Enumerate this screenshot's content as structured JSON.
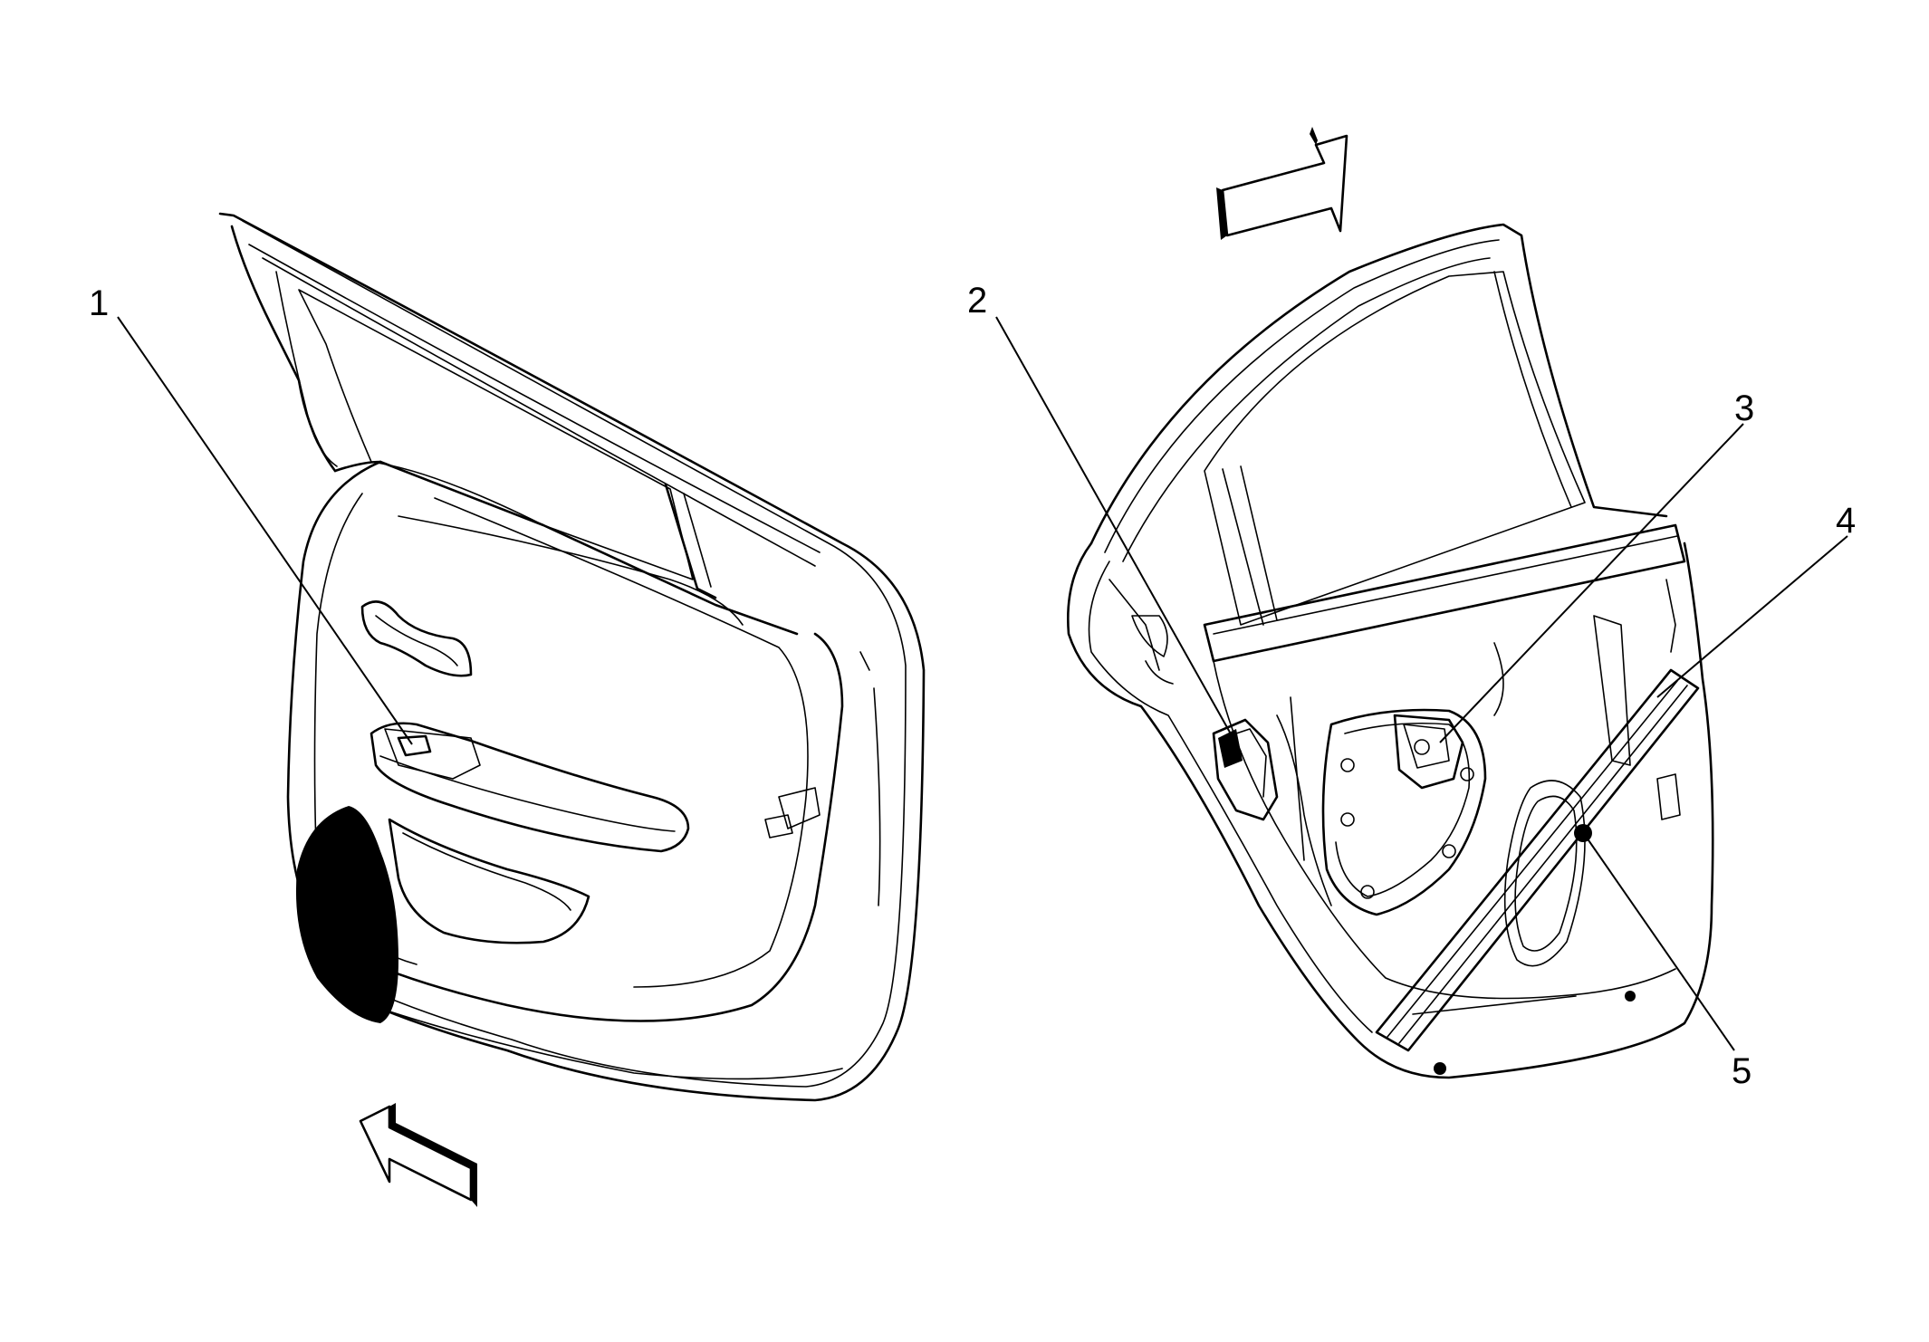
{
  "diagram": {
    "callouts": [
      {
        "id": "1",
        "label": "1"
      },
      {
        "id": "2",
        "label": "2"
      },
      {
        "id": "3",
        "label": "3"
      },
      {
        "id": "4",
        "label": "4"
      },
      {
        "id": "5",
        "label": "5"
      }
    ],
    "colors": {
      "line": "#000000",
      "background": "#ffffff",
      "speaker_fill": "#000000"
    },
    "icons": {
      "front_arrow_left": "forward-direction-arrow-icon",
      "front_arrow_right": "forward-direction-arrow-icon"
    }
  }
}
